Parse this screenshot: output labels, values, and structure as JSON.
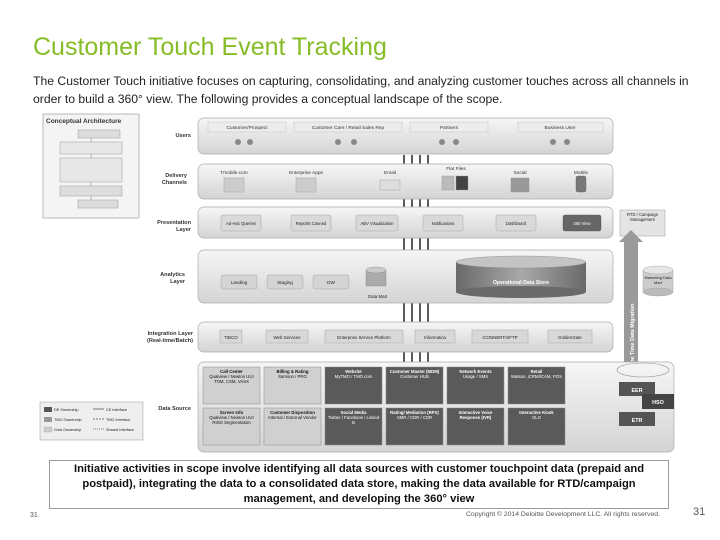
{
  "title": "Customer Touch Event Tracking",
  "intro": "The Customer Touch initiative focuses on capturing, consolidating, and analyzing customer touches across all channels in order to build a 360° view.  The following provides a conceptual landscape of the scope.",
  "diagram": {
    "thumbnail_title": "Conceptual Architecture",
    "layers": {
      "users": "Users",
      "delivery": [
        "Delivery",
        "Channels"
      ],
      "presentation": [
        "Presentation",
        "Layer"
      ],
      "analytics": [
        "Analytics",
        "Layer"
      ],
      "integration": [
        "Integration Layer",
        "(Real-time/Batch)"
      ],
      "datasource": "Data Source"
    },
    "users": [
      "Customer/Prospect",
      "Customer Care / Retail Sales Rep",
      "Partners",
      "Business User"
    ],
    "channels": [
      "Tmobile.com",
      "Enterprise Apps",
      "Email",
      "Flat Files",
      "Social",
      "Mobile"
    ],
    "presentation": [
      "Ad-Hoc Queries",
      "Reports Canned",
      "ABV Visualization",
      "Notifications",
      "Dashboard",
      "360 View"
    ],
    "rtd_box": "RTD / Campaign Management",
    "analytics": [
      "Landing",
      "Staging",
      "DW"
    ],
    "data_mart": "Data Mart",
    "ods": "Operational Data Store",
    "marketing_mart": "Marketing Data Mart",
    "integration": [
      "TIBCO",
      "Web Services",
      "Enterprise Service Platform",
      "Informatica",
      "iCONNERT/SFTP",
      "GoldenGate"
    ],
    "migration_label": "One Time Data Migration",
    "sources": [
      {
        "title": "Call Center",
        "sub": "Qualview / Newton UUI TOM, CSM, VASX"
      },
      {
        "title": "Billing & Rating",
        "sub": "Samson / PRO"
      },
      {
        "title": "Website",
        "sub": "MyTMO / TMO.com"
      },
      {
        "title": "Customer Master (MDM)",
        "sub": "Customer HUB"
      },
      {
        "title": "Network Events",
        "sub": "Usage / SMS"
      },
      {
        "title": "Retail",
        "sub": "Watson, iCRM/ICAM, POS"
      },
      {
        "title": "Screen Info",
        "sub": "Qualview / Newton UUI RISO Segmentation"
      },
      {
        "title": "Customer Disposition",
        "sub": "Internal / External Vendor"
      },
      {
        "title": "Social Media",
        "sub": "Twitter / Facebook / Linked In"
      },
      {
        "title": "Rating/ Mediation (RPX)",
        "sub": "SMR / CDR / CDR"
      },
      {
        "title": "Interactive Voice Response (IVR)",
        "sub": ""
      },
      {
        "title": "Interactive Kiosk",
        "sub": "OLO"
      }
    ],
    "side_sources": [
      "EER",
      "HSO",
      "ETR"
    ],
    "legend": [
      "DE Ownership",
      "TMO Ownership",
      "Gold Ownership",
      "CE Interface",
      "TMO Interface",
      "Shared Interface"
    ]
  },
  "callout": "Initiative activities in scope involve identifying all data sources with customer touchpoint data (prepaid and postpaid), integrating the data to a consolidated data store, making the data available for RTD/campaign management, and developing the 360° view",
  "footer": {
    "page_left": "31",
    "copyright": "Copyright © 2014 Deloitte Development LLC. All rights reserved.",
    "page_right": "31"
  }
}
